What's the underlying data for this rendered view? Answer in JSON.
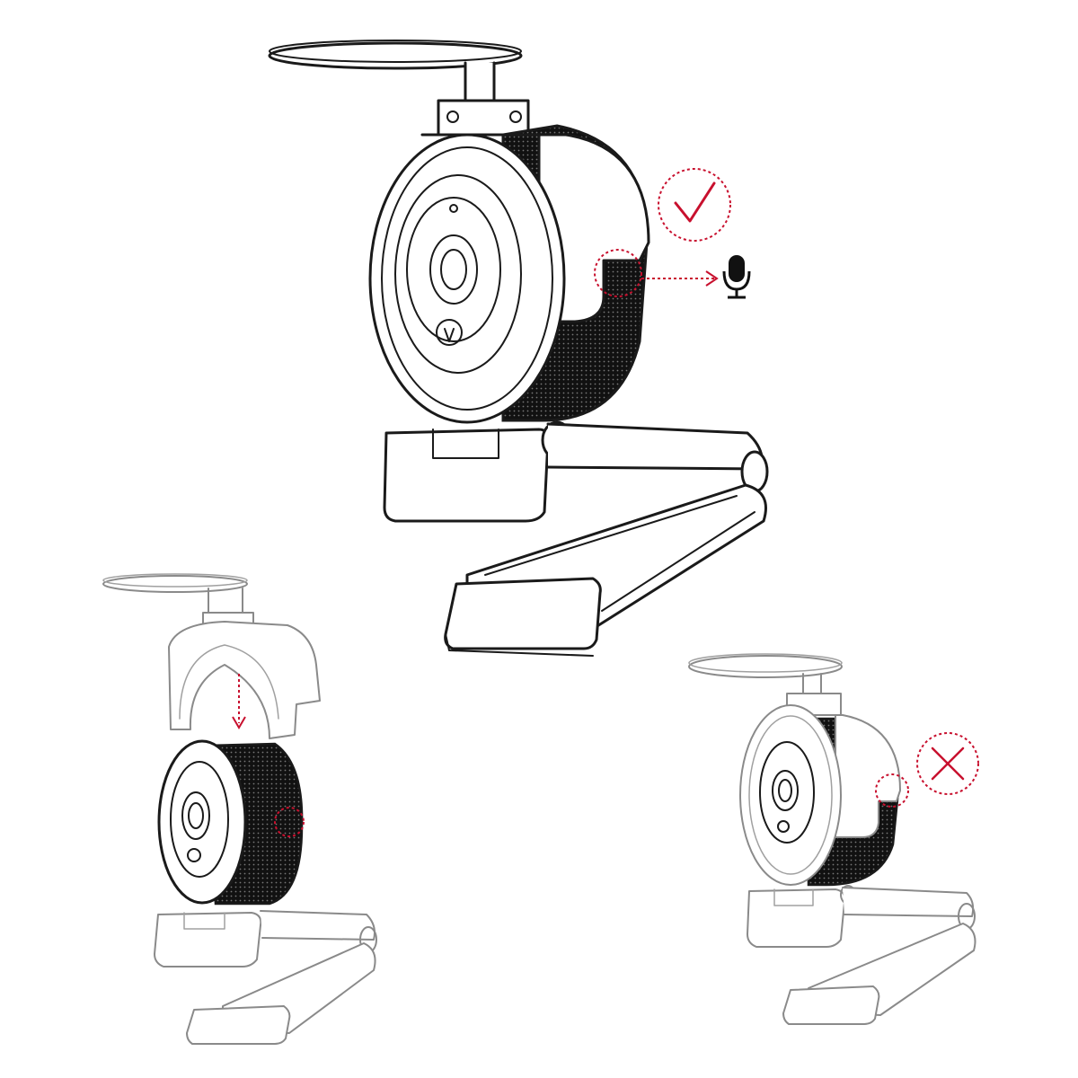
{
  "colors": {
    "line": "#1a1a1a",
    "faded_line": "#8a8a8a",
    "accent": "#c8102e",
    "mesh": "#111111",
    "background": "#ffffff"
  },
  "icons": {
    "check": "check-icon",
    "cross": "cross-icon",
    "microphone": "microphone-icon"
  },
  "figures": [
    {
      "id": "main",
      "marker": "check",
      "mic_pointer": true
    },
    {
      "id": "bottom-left",
      "marker": "none",
      "install_arrow": true
    },
    {
      "id": "bottom-right",
      "marker": "cross"
    }
  ]
}
